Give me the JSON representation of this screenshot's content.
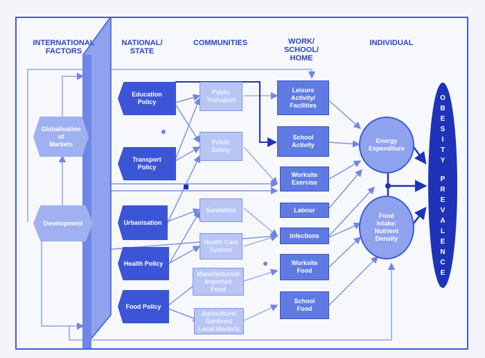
{
  "headers": {
    "international": "INTERNATIONAL\nFACTORS",
    "national": "NATIONAL/\nSTATE",
    "communities": "COMMUNITIES",
    "work": "WORK/\nSCHOOL/\nHOME",
    "individual": "INDIVIDUAL"
  },
  "international": {
    "globalisation": "Globalisation\nof\nMarkets",
    "development": "Development"
  },
  "national": {
    "education": "Education\nPolicy",
    "transport": "Transport\nPolicy",
    "urbanisation": "Urbanisation",
    "health": "Health Policy",
    "food": "Food Policy"
  },
  "communities": {
    "public_transport": "Public\nTransport",
    "public_safety": "Public\nSafety",
    "sanitation": "Sanitation",
    "health_care": "Health Care\nSystem",
    "manufactured_food": "Manufactured/\nImported\nFood",
    "agriculture": "Agriculture/\nGardens/\nLocal Markets"
  },
  "work": {
    "leisure": "Leisure\nActivity/\nFacilities",
    "school_activity": "School\nActivity",
    "worksite_exercise": "Worksite\nExercise",
    "labour": "Labour",
    "infections": "Infections",
    "worksite_food": "Worksite\nFood",
    "school_food": "School\nFood"
  },
  "individual": {
    "energy": "Energy\nExpenditure",
    "food_intake": "Food\nIntake:\nNutrient\nDensity"
  },
  "outcome": {
    "word1": [
      "O",
      "B",
      "E",
      "S",
      "I",
      "T",
      "Y"
    ],
    "word2": [
      "P",
      "R",
      "E",
      "V",
      "A",
      "L",
      "E",
      "N",
      "C",
      "E"
    ]
  },
  "colors": {
    "accent": "#3d5bd9",
    "dark_node": "#3c55d6",
    "light_node": "#b9c6f5",
    "outcome": "#1f33b8"
  }
}
